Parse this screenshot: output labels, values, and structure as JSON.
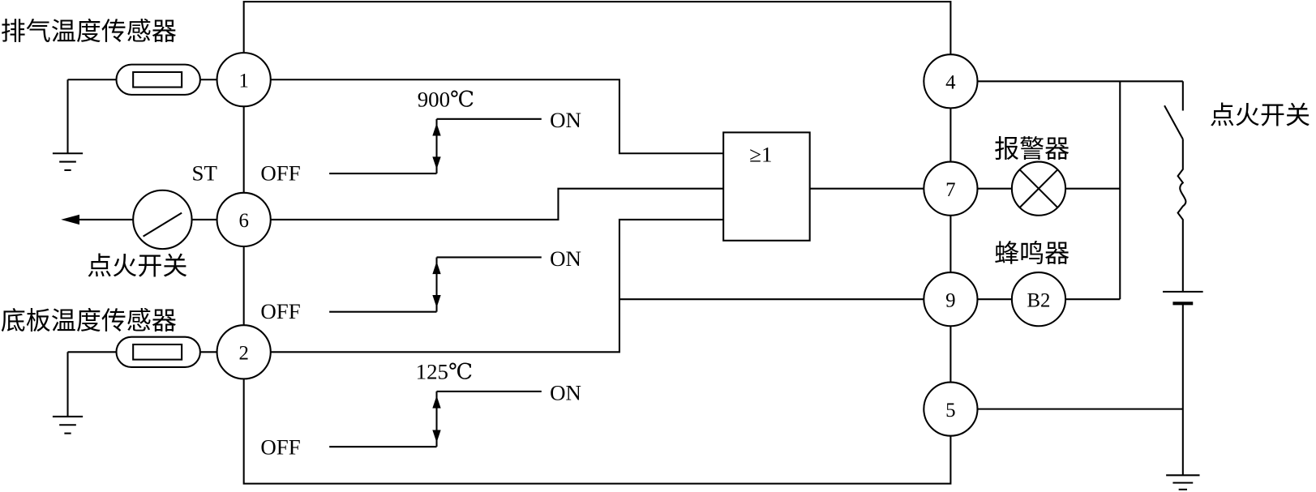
{
  "sensors": {
    "exhaust_label": "排气温度传感器",
    "floor_label": "底板温度传感器"
  },
  "ignition": {
    "st_label": "ST",
    "left_label": "点火开关",
    "right_label": "点火开关"
  },
  "terminals": {
    "t1": "1",
    "t6": "6",
    "t2": "2",
    "t4": "4",
    "t7": "7",
    "t9": "9",
    "t5": "5"
  },
  "switches": {
    "s1_temp": "900℃",
    "s1_on": "ON",
    "s1_off": "OFF",
    "s2_on": "ON",
    "s2_off": "OFF",
    "s3_temp": "125℃",
    "s3_on": "ON",
    "s3_off": "OFF"
  },
  "logic": {
    "or_gate_label": "≥1"
  },
  "outputs": {
    "alarm_label": "报警器",
    "buzzer_label": "蜂鸣器",
    "buzzer_symbol": "B2"
  }
}
